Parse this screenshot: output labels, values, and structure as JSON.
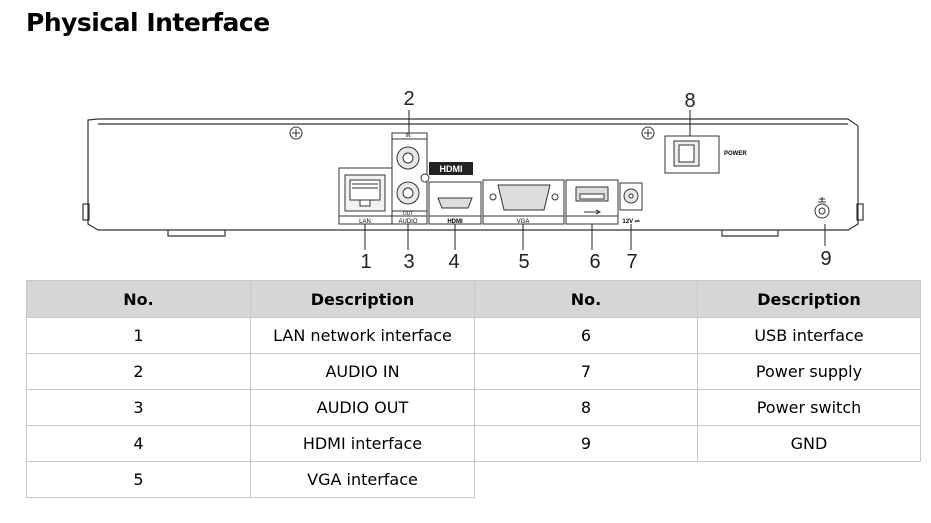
{
  "title": "Physical Interface",
  "diagram": {
    "callouts": [
      "1",
      "2",
      "3",
      "4",
      "5",
      "6",
      "7",
      "8",
      "9"
    ],
    "port_labels": {
      "lan": "LAN",
      "audio_in": "IN",
      "audio_out": "OUT",
      "audio": "AUDIO",
      "hdmi": "HDMI",
      "hdmi_logo": "HDMI",
      "vga": "VGA",
      "power_dc": "12V ⎓",
      "power_switch": "POWER"
    }
  },
  "table": {
    "headers": [
      "No.",
      "Description",
      "No.",
      "Description"
    ],
    "rows": [
      [
        "1",
        "LAN network interface",
        "6",
        "USB interface"
      ],
      [
        "2",
        "AUDIO IN",
        "7",
        "Power supply"
      ],
      [
        "3",
        "AUDIO OUT",
        "8",
        "Power switch"
      ],
      [
        "4",
        "HDMI interface",
        "9",
        "GND"
      ],
      [
        "5",
        "VGA interface",
        "",
        ""
      ]
    ]
  }
}
